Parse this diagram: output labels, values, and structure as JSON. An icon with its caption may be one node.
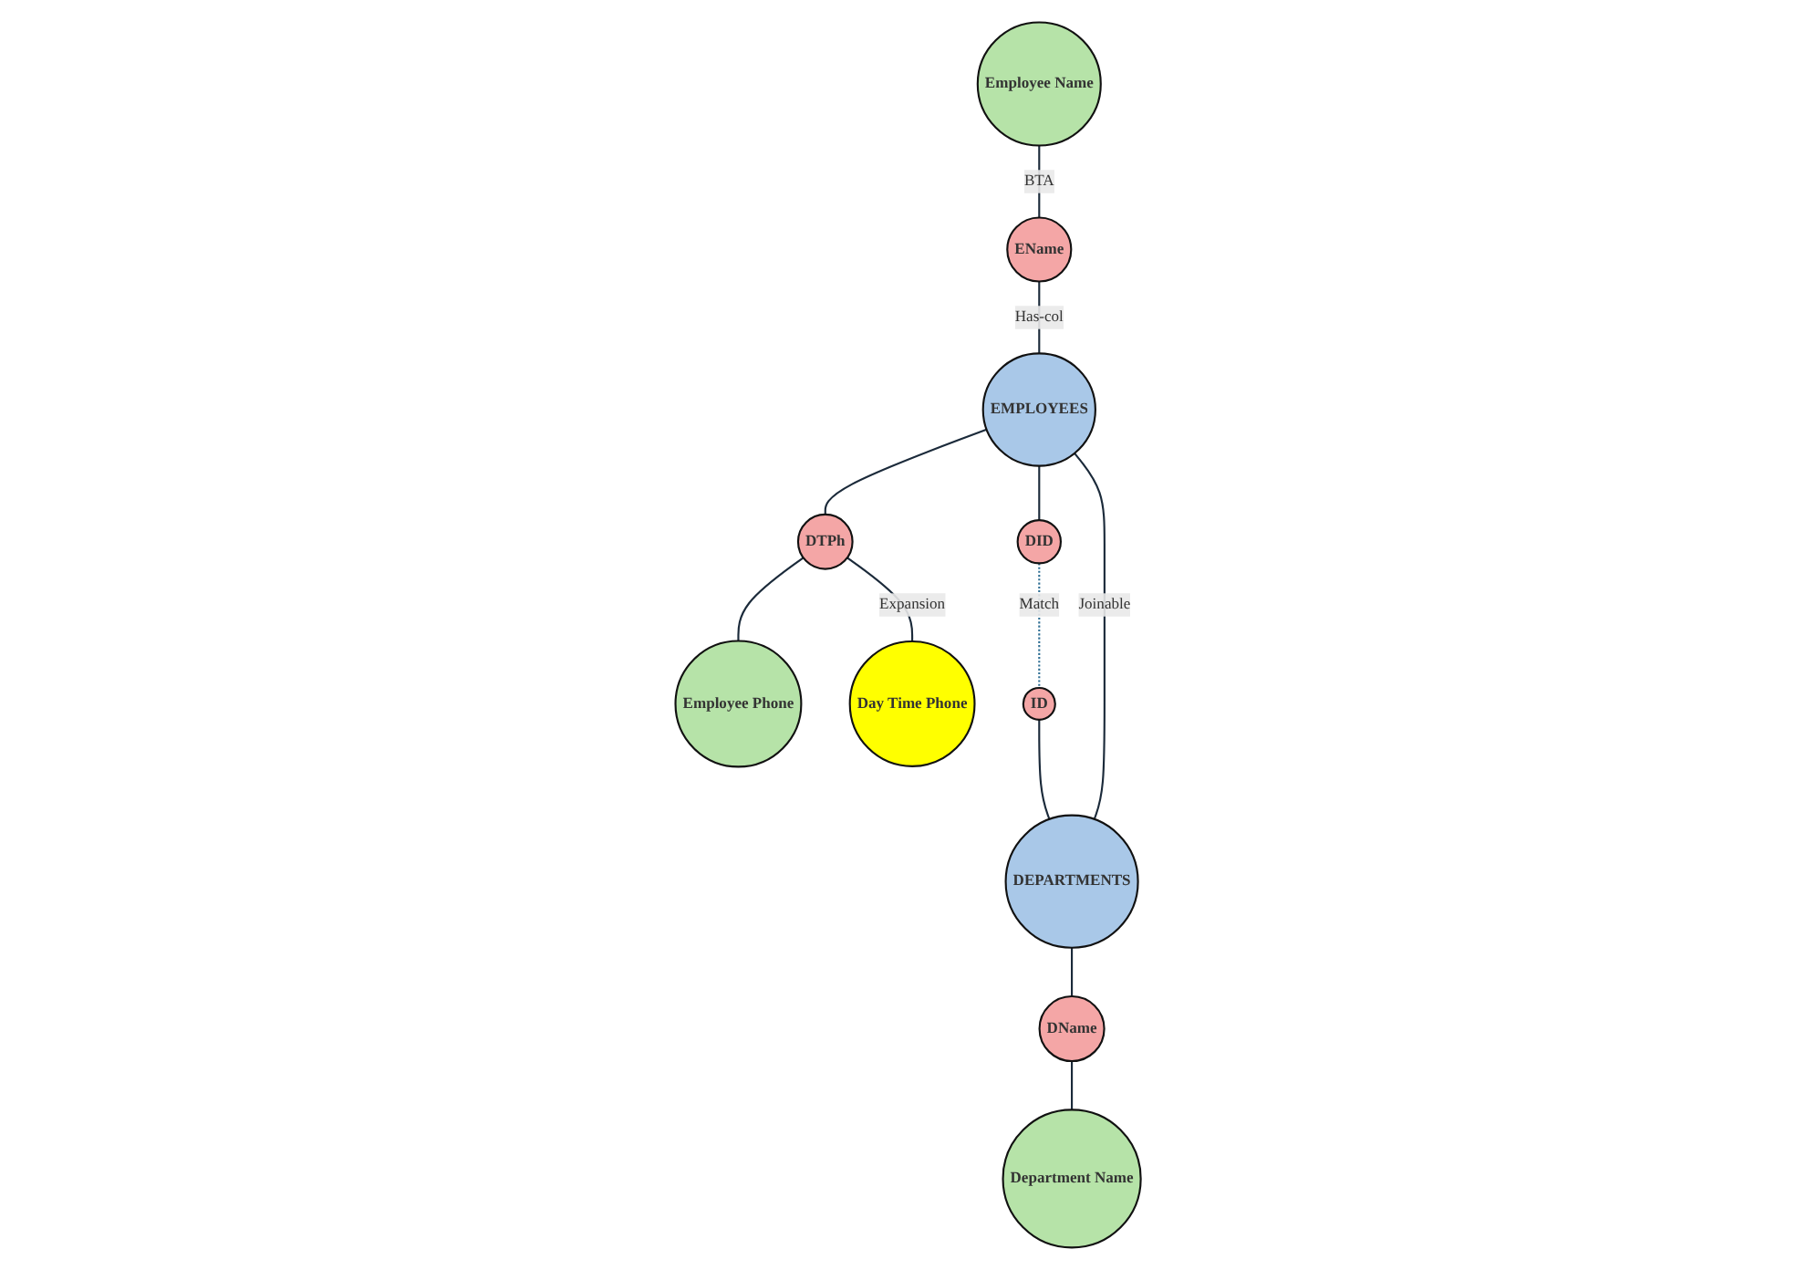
{
  "diagram": {
    "nodes": [
      {
        "text": [
          "Employee Phone"
        ]
      },
      {
        "text": [
          "Employee Name"
        ]
      },
      {
        "text": [
          "Department Name"
        ]
      },
      {
        "text": [
          "Day Time Phone"
        ]
      },
      {
        "text": [
          "EName"
        ]
      },
      {
        "text": [
          "DTPh"
        ]
      },
      {
        "text": [
          "DName"
        ]
      },
      {
        "text": [
          "ID"
        ]
      },
      {
        "text": [
          "DID"
        ]
      },
      {
        "text": [
          "EMPLOYEES"
        ]
      },
      {
        "text": [
          "DEPARTMENTS"
        ]
      }
    ],
    "edges": [
      {
        "from": 1,
        "to": 4,
        "arrow": "none",
        "label": "BTA"
      },
      {
        "from": 5,
        "to": 0,
        "arrow": "none"
      },
      {
        "from": 5,
        "to": 3,
        "arrow": "none",
        "label": "Expansion"
      },
      {
        "from": 6,
        "to": 2,
        "arrow": "none"
      },
      {
        "from": 4,
        "to": 9,
        "arrow": "none",
        "label": "Has-col"
      },
      {
        "from": 9,
        "to": 5,
        "arrow": "none"
      },
      {
        "from": 9,
        "to": 8,
        "arrow": "none"
      },
      {
        "from": 8,
        "to": 7,
        "arrow": "none",
        "label": "Match",
        "style": "dashed",
        "color": "#2f6f94"
      },
      {
        "from": 7,
        "to": 10,
        "arrow": "none"
      },
      {
        "from": 10,
        "to": 6,
        "arrow": "none"
      },
      {
        "from": 9,
        "to": 10,
        "arrow": "none",
        "label": "Joinable"
      }
    ]
  }
}
